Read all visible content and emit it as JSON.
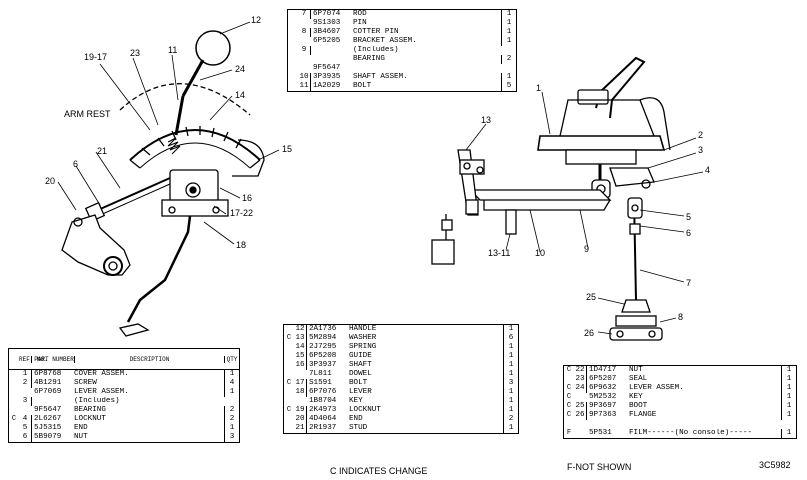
{
  "figure": {
    "arm_rest_label": "ARM REST",
    "callouts_left": [
      "12",
      "19-17",
      "23",
      "11",
      "24",
      "14",
      "21",
      "6",
      "20",
      "15",
      "16",
      "17-22",
      "18"
    ],
    "callouts_right": [
      "13",
      "1",
      "2",
      "3",
      "4",
      "5",
      "6",
      "7",
      "9",
      "10",
      "13-11",
      "25",
      "8",
      "26"
    ]
  },
  "table_top": {
    "rows": [
      {
        "mark": "",
        "no": "7",
        "pn": "6P7074",
        "desc": "ROD",
        "qty": "1"
      },
      {
        "mark": "",
        "no": "",
        "pn": "9S1303",
        "desc": "PIN",
        "qty": "1"
      },
      {
        "mark": "",
        "no": "8",
        "pn": "3B4607",
        "desc": "COTTER PIN",
        "qty": "1"
      },
      {
        "mark": "",
        "no": "",
        "pn": "6P5205",
        "desc": "BRACKET ASSEM.",
        "qty": "1"
      },
      {
        "mark": "",
        "no": "9",
        "pn": "",
        "desc": "(Includes)",
        "qty": ""
      },
      {
        "mark": "",
        "no": "",
        "pn": "",
        "desc": "BEARING",
        "qty": "2"
      },
      {
        "mark": "",
        "no": "",
        "pn": "9F5647",
        "desc": "",
        "qty": ""
      },
      {
        "mark": "",
        "no": "10",
        "pn": "3P3935",
        "desc": "SHAFT ASSEM.",
        "qty": "1"
      },
      {
        "mark": "",
        "no": "11",
        "pn": "1A2029",
        "desc": "BOLT",
        "qty": "5"
      }
    ]
  },
  "table_left": {
    "headers": {
      "ref": "REF. NO.",
      "part": "PART NUMBER",
      "desc": "DESCRIPTION",
      "qty": "QTY"
    },
    "rows": [
      {
        "mark": "",
        "no": "1",
        "pn": "6P8768",
        "desc": "COVER ASSEM.",
        "qty": "1"
      },
      {
        "mark": "",
        "no": "2",
        "pn": "4B1291",
        "desc": "SCREW",
        "qty": "4"
      },
      {
        "mark": "",
        "no": "",
        "pn": "6P7069",
        "desc": "LEVER ASSEM.",
        "qty": "1"
      },
      {
        "mark": "",
        "no": "3",
        "pn": "",
        "desc": "(Includes)",
        "qty": ""
      },
      {
        "mark": "",
        "no": "",
        "pn": "9F5647",
        "desc": "BEARING",
        "qty": "2"
      },
      {
        "mark": "C",
        "no": "4",
        "pn": "2L6267",
        "desc": "LOCKNUT",
        "qty": "2"
      },
      {
        "mark": "",
        "no": "5",
        "pn": "5J5315",
        "desc": "END",
        "qty": "1"
      },
      {
        "mark": "",
        "no": "6",
        "pn": "5B9079",
        "desc": "NUT",
        "qty": "3"
      }
    ]
  },
  "table_mid": {
    "rows": [
      {
        "mark": "",
        "no": "12",
        "pn": "2A1736",
        "desc": "HANDLE",
        "qty": "1"
      },
      {
        "mark": "C",
        "no": "13",
        "pn": "5M2894",
        "desc": "WASHER",
        "qty": "6"
      },
      {
        "mark": "",
        "no": "14",
        "pn": "2J7295",
        "desc": "SPRING",
        "qty": "1"
      },
      {
        "mark": "",
        "no": "15",
        "pn": "6P5208",
        "desc": "GUIDE",
        "qty": "1"
      },
      {
        "mark": "",
        "no": "16",
        "pn": "3P3937",
        "desc": "SHAFT",
        "qty": "1"
      },
      {
        "mark": "",
        "no": "",
        "pn": "7L811",
        "desc": "DOWEL",
        "qty": "1"
      },
      {
        "mark": "C",
        "no": "17",
        "pn": "S1591",
        "desc": "BOLT",
        "qty": "3"
      },
      {
        "mark": "",
        "no": "18",
        "pn": "6P7076",
        "desc": "LEVER",
        "qty": "1"
      },
      {
        "mark": "",
        "no": "",
        "pn": "1B8704",
        "desc": "KEY",
        "qty": "1"
      },
      {
        "mark": "C",
        "no": "19",
        "pn": "2K4973",
        "desc": "LOCKNUT",
        "qty": "1"
      },
      {
        "mark": "",
        "no": "20",
        "pn": "4D4064",
        "desc": "END",
        "qty": "2"
      },
      {
        "mark": "",
        "no": "21",
        "pn": "2R1937",
        "desc": "STUD",
        "qty": "1"
      }
    ],
    "note": "C INDICATES CHANGE"
  },
  "table_right": {
    "rows": [
      {
        "mark": "C",
        "no": "22",
        "pn": "1D4717",
        "desc": "NUT",
        "qty": "1"
      },
      {
        "mark": "",
        "no": "23",
        "pn": "6P5207",
        "desc": "SEAL",
        "qty": "1"
      },
      {
        "mark": "C",
        "no": "24",
        "pn": "6P9632",
        "desc": "LEVER ASSEM.",
        "qty": "1"
      },
      {
        "mark": "C",
        "no": "",
        "pn": "5M2532",
        "desc": "KEY",
        "qty": "1"
      },
      {
        "mark": "C",
        "no": "25",
        "pn": "9P3697",
        "desc": "BOOT",
        "qty": "1"
      },
      {
        "mark": "C",
        "no": "26",
        "pn": "9P7363",
        "desc": "FLANGE",
        "qty": "1"
      },
      {
        "mark": "",
        "no": "",
        "pn": "",
        "desc": "",
        "qty": ""
      },
      {
        "mark": "F",
        "no": "",
        "pn": "5P531",
        "desc": "FILM------(No console)-----",
        "qty": "1"
      }
    ],
    "note": "F-NOT SHOWN"
  },
  "figure_id": "3C5982"
}
